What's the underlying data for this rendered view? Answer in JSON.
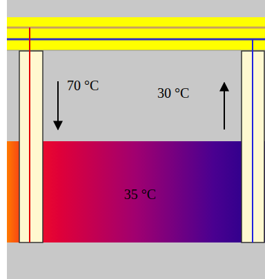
{
  "diagram": {
    "labels": [
      "70 °C",
      "30 °C",
      "35 °C"
    ]
  }
}
